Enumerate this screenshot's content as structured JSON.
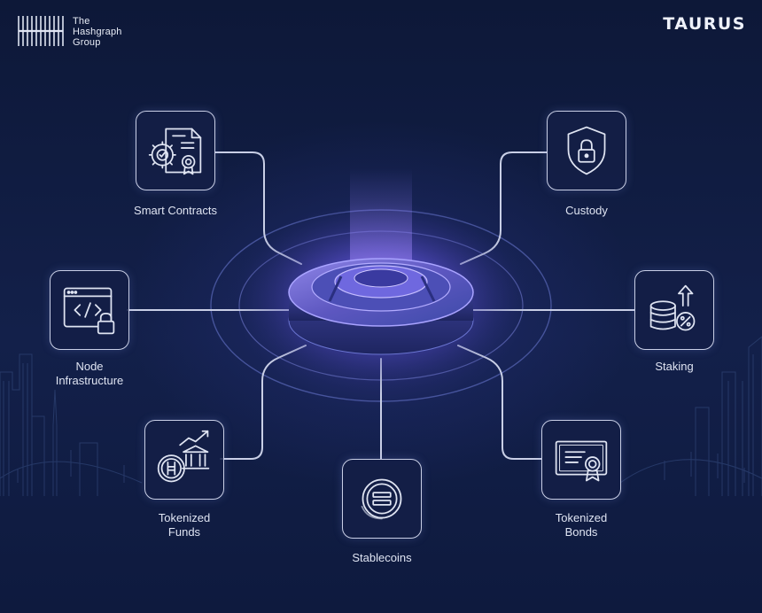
{
  "header": {
    "left_brand": {
      "lines": [
        "The",
        "Hashgraph",
        "Group"
      ]
    },
    "right_brand": "TAURUS"
  },
  "nodes": [
    {
      "id": "smart-contracts",
      "label_lines": [
        "Smart Contracts"
      ],
      "icon": "gear-contract-icon"
    },
    {
      "id": "custody",
      "label_lines": [
        "Custody"
      ],
      "icon": "shield-lock-icon"
    },
    {
      "id": "node-infrastructure",
      "label_lines": [
        "Node",
        "Infrastructure"
      ],
      "icon": "code-window-lock-icon"
    },
    {
      "id": "staking",
      "label_lines": [
        "Staking"
      ],
      "icon": "coins-percent-icon"
    },
    {
      "id": "tokenized-funds",
      "label_lines": [
        "Tokenized",
        "Funds"
      ],
      "icon": "hbar-coin-bank-icon"
    },
    {
      "id": "stablecoins",
      "label_lines": [
        "Stablecoins"
      ],
      "icon": "stablecoin-icon"
    },
    {
      "id": "tokenized-bonds",
      "label_lines": [
        "Tokenized",
        "Bonds"
      ],
      "icon": "certificate-icon"
    }
  ],
  "center": {
    "icon": "hub-ring-icon"
  },
  "colors": {
    "background": "#0f1a3d",
    "lines": "#c9cfe6",
    "glow": "#7b5cff",
    "hub": "#5c66c8"
  }
}
